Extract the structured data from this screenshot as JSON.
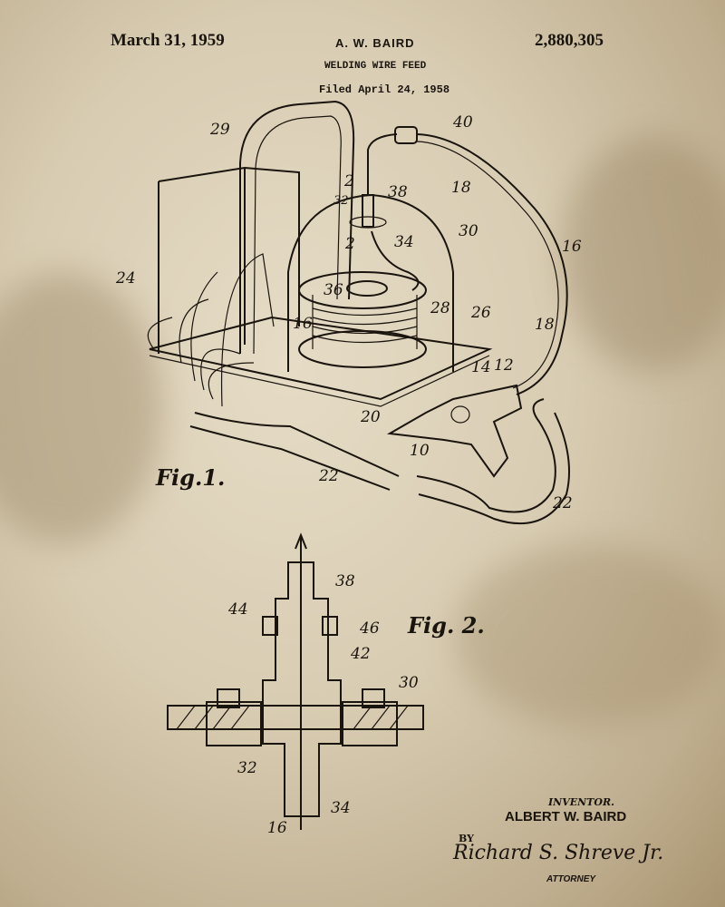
{
  "header": {
    "date": "March 31, 1959",
    "inventor": "A. W. BAIRD",
    "title": "WELDING WIRE FEED",
    "filed": "Filed April 24, 1958",
    "patent_number": "2,880,305"
  },
  "figure1": {
    "label": "Fig.1.",
    "refs": [
      "29",
      "40",
      "2",
      "38",
      "32",
      "18",
      "2",
      "34",
      "30",
      "16",
      "24",
      "36",
      "16",
      "28",
      "26",
      "18",
      "14",
      "12",
      "20",
      "10",
      "22",
      "22"
    ]
  },
  "figure2": {
    "label": "Fig. 2.",
    "refs": [
      "38",
      "44",
      "46",
      "42",
      "30",
      "32",
      "34",
      "16"
    ]
  },
  "footer": {
    "inventor_label": "INVENTOR.",
    "inventor_name": "ALBERT W. BAIRD",
    "by": "BY",
    "signature": "Richard S. Shreve Jr.",
    "attorney_label": "ATTORNEY"
  },
  "colors": {
    "paper": "#d8ccb2",
    "ink": "#1a140e"
  }
}
